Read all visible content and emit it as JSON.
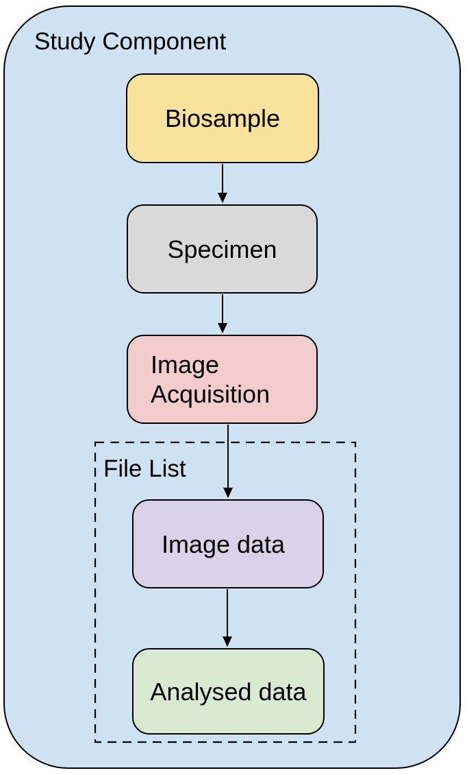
{
  "title": "Study Component",
  "file_list": {
    "label": "File List"
  },
  "nodes": {
    "biosample": {
      "label": "Biosample",
      "fill": "#f9e39c"
    },
    "specimen": {
      "label": "Specimen",
      "fill": "#d9d9d9"
    },
    "image_acquisition": {
      "label": "Image Acquisition",
      "fill": "#f4cccc"
    },
    "image_data": {
      "label": "Image data",
      "fill": "#d9d2e9"
    },
    "analysed_data": {
      "label": "Analysed data",
      "fill": "#d9ead3"
    }
  },
  "edges": [
    {
      "from": "Biosample",
      "to": "Specimen"
    },
    {
      "from": "Specimen",
      "to": "Image Acquisition"
    },
    {
      "from": "Image Acquisition",
      "to": "Image data"
    },
    {
      "from": "Image data",
      "to": "Analysed data"
    }
  ],
  "colors": {
    "container_fill": "#cfe2f3",
    "stroke": "#000000",
    "text": "#000000",
    "page_background": "#ffffff"
  }
}
